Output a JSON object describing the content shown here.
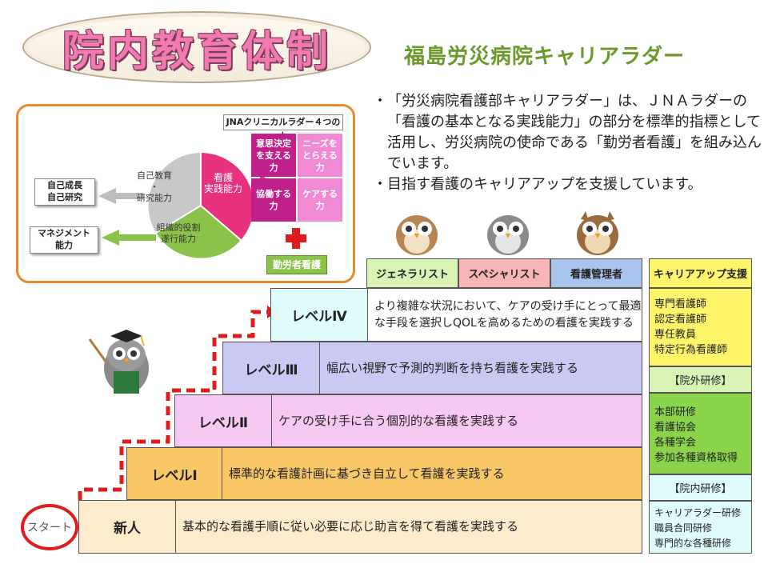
{
  "title": "院内教育体制",
  "subtitle": "福島労災病院キャリアラダー",
  "bullets": [
    "「労災病院看護部キャリアラダー」は、ＪＮＡラダーの「看護の基本となる実践能力」の部分を標準的指標として活用し、労災病院の使命である「勤労者看護」を組み込んでいます。",
    "目指す看護のキャリアアップを支援しています。"
  ],
  "bullet_mark": "・",
  "inset": {
    "left_boxes": [
      "自己成長\n自己研究",
      "マネジメント\n能力"
    ],
    "pie_labels": {
      "gray": "自己教育\n・\n研究能力",
      "pink": "看護\n実践能力",
      "green": "組織的役割\n遂行能力"
    },
    "jna_title": "JNAクリニカルラダー４つの力",
    "jna_cells": [
      "意思決定\nを支える\n力",
      "ニーズを\nとらえる\n力",
      "協働する\n力",
      "ケアする\n力"
    ],
    "bottom_label": "勤労者看護",
    "colors": {
      "cell_dark": "#c0208a",
      "cell_light": "#f08ad4",
      "pie_gray": "#c8c8c8",
      "pie_pink": "#e8327f",
      "pie_green": "#8bc34a"
    }
  },
  "columns": [
    {
      "label": "ジェネラリスト",
      "color": "#d9f2b6"
    },
    {
      "label": "スペシャリスト",
      "color": "#f8b5b5"
    },
    {
      "label": "看護管理者",
      "color": "#a9c4ec"
    }
  ],
  "levels": [
    {
      "name": "レベルⅣ",
      "desc": "より複雑な状況において、ケアの受け手にとって最適な手段を選択しQOLを高めるための看護を実践する",
      "name_color": "#dffbfb",
      "desc_color": "#ffffff"
    },
    {
      "name": "レベルⅢ",
      "desc": "幅広い視野で予測的判断を持ち看護を実践する",
      "name_color": "#c9c9f4",
      "desc_color": "#c9c9f4"
    },
    {
      "name": "レベルⅡ",
      "desc": "ケアの受け手に合う個別的な看護を実践する",
      "name_color": "#f8c8f4",
      "desc_color": "#f8c8f4"
    },
    {
      "name": "レベルⅠ",
      "desc": "標準的な看護計画に基づき自立して看護を実践する",
      "name_color": "#f8c867",
      "desc_color": "#f8c867"
    },
    {
      "name": "新人",
      "desc": "基本的な看護手順に従い必要に応じ助言を得て看護を実践する",
      "name_color": "#fdeccc",
      "desc_color": "#fdeccc"
    }
  ],
  "start_label": "スタート",
  "side": {
    "header": "キャリアアップ支援",
    "group1": [
      "専門看護師",
      "認定看護師",
      "専任教員",
      "特定行為看護師"
    ],
    "head2": "【院外研修】",
    "group2": [
      "本部研修",
      "看護協会",
      "各種学会",
      "参加各種資格取得"
    ],
    "head3": "【院内研修】",
    "group3": [
      "キャリアラダー研修",
      "職員合同研修",
      "専門的な各種研修"
    ]
  }
}
